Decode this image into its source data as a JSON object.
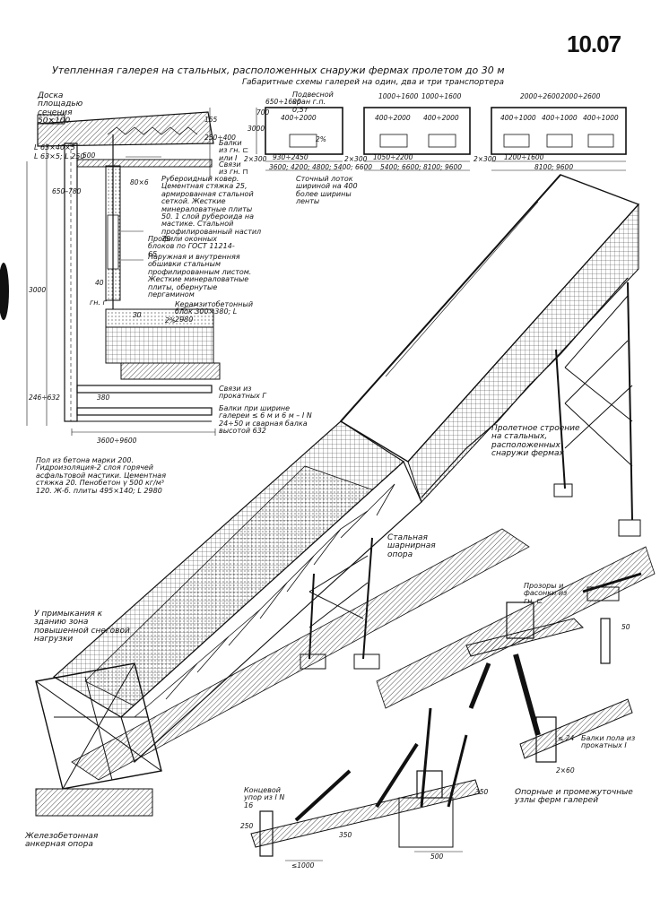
{
  "page_number": "10.07",
  "title": "Утепленная галерея на стальных, расположенных снаружи фермах пролетом до 30 м",
  "subtitle": "Габаритные схемы галерей на один, два и три транспортера",
  "section_labels": {
    "deck_board": "Доска площадью сечения 50×100",
    "angle_1": "L 63×40×5",
    "angle_2": "L 63×5; L 250",
    "beams_channel": "Балки из гн. ⊏ или I",
    "ties_channel": "Связи из гн. ⊓",
    "roofing": "Рубероидный ковер. Цементная стяжка 25, армированная стальной сеткой. Жесткие минераловатные плиты 50. 1 слой рубероида на мастике. Стальной профилированный настил 79",
    "window_profiles": "Профили оконных блоков по ГОСТ 11214-65",
    "cladding": "Наружная и внутренняя обшивки стальным профилированным листом. Жесткие минераловатные плиты, обернутые пергамином",
    "ceramsite_block": "Керамзитобетонный блок 300×380; L 2980",
    "ties_angles": "Связи из прокатных Г",
    "floor_beams": "Балки при ширине галереи ≤ 6 м и 6 м – I N 24÷50 и сварная балка высотой 632",
    "floor_spec": "Пол из бетона марки 200. Гидроизоляция-2 слоя горячей асфальтовой мастики. Цементная стяжка 20. Пенобетон γ 500 кг/м³ 120. Ж-б. плиты 495×140; L 2980",
    "gn": "гн. г"
  },
  "section_dims": [
    "155",
    "250÷400",
    "500",
    "650–780",
    "80×6",
    "3000",
    "40",
    "30",
    "380",
    "2%",
    "246÷632",
    "3600÷9600"
  ],
  "schemes": {
    "single": {
      "crane_label": "Подвесной кран г.п. 0,5т",
      "dims": [
        "650÷1600",
        "400÷2000",
        "2%",
        "2×300",
        "930÷2450",
        "3600; 4200; 4800; 5400; 6600",
        "3000",
        "700"
      ],
      "gutter": "Сточный лоток шириной на 400 более ширины ленты"
    },
    "double": {
      "dims": [
        "1000÷1600",
        "1000÷1600",
        "400÷2000",
        "400÷2000",
        "2×300",
        "1050÷2200",
        "5400; 6600; 8100; 9600"
      ]
    },
    "triple": {
      "dims": [
        "2000÷2600",
        "2000÷2600",
        "400÷1000",
        "400÷1000",
        "400÷1000",
        "2×300",
        "1200÷1600",
        "8100; 9600"
      ]
    }
  },
  "perspective_labels": {
    "span_structure": "Пролетное строение на стальных, расположенных снаружи фермах",
    "steel_hinged_support": "Стальная шарнирная опора",
    "snow_zone": "У примыкания к зданию зона повышенной снеговой нагрузки",
    "rc_anchor_support": "Железобетонная анкерная опора"
  },
  "node_labels": {
    "gaskets": "Прозоры и фасонки из гн. ⊏",
    "floor_beams_rolled": "Балки пола из прокатных I",
    "end_stop": "Концевой упор из I N 16",
    "caption": "Опорные и промежуточные узлы ферм галерей"
  },
  "node_dims": [
    "50",
    "350",
    "250",
    "≤1000",
    "500",
    "350",
    "2×60",
    "≤ 24"
  ],
  "colors": {
    "ink": "#111111",
    "paper": "#ffffff",
    "hatch": "#555555"
  }
}
